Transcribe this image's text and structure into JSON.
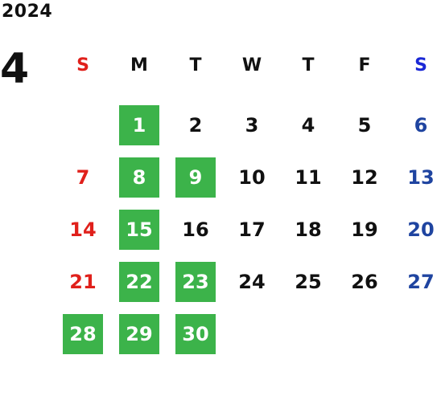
{
  "year": "2024",
  "month": "4",
  "weekdays": [
    "S",
    "M",
    "T",
    "W",
    "T",
    "F",
    "S"
  ],
  "colors": {
    "sunday": "#e0201b",
    "saturday": "#1f44a0",
    "saturday_header": "#1a28d6",
    "highlight": "#3cb34a",
    "text": "#111111"
  },
  "first_weekday_index": 1,
  "days": [
    "1",
    "2",
    "3",
    "4",
    "5",
    "6",
    "7",
    "8",
    "9",
    "10",
    "11",
    "12",
    "13",
    "14",
    "15",
    "16",
    "17",
    "18",
    "19",
    "20",
    "21",
    "22",
    "23",
    "24",
    "25",
    "26",
    "27",
    "28",
    "29",
    "30"
  ],
  "highlighted_days": [
    "1",
    "8",
    "9",
    "15",
    "22",
    "23",
    "28",
    "29",
    "30"
  ]
}
